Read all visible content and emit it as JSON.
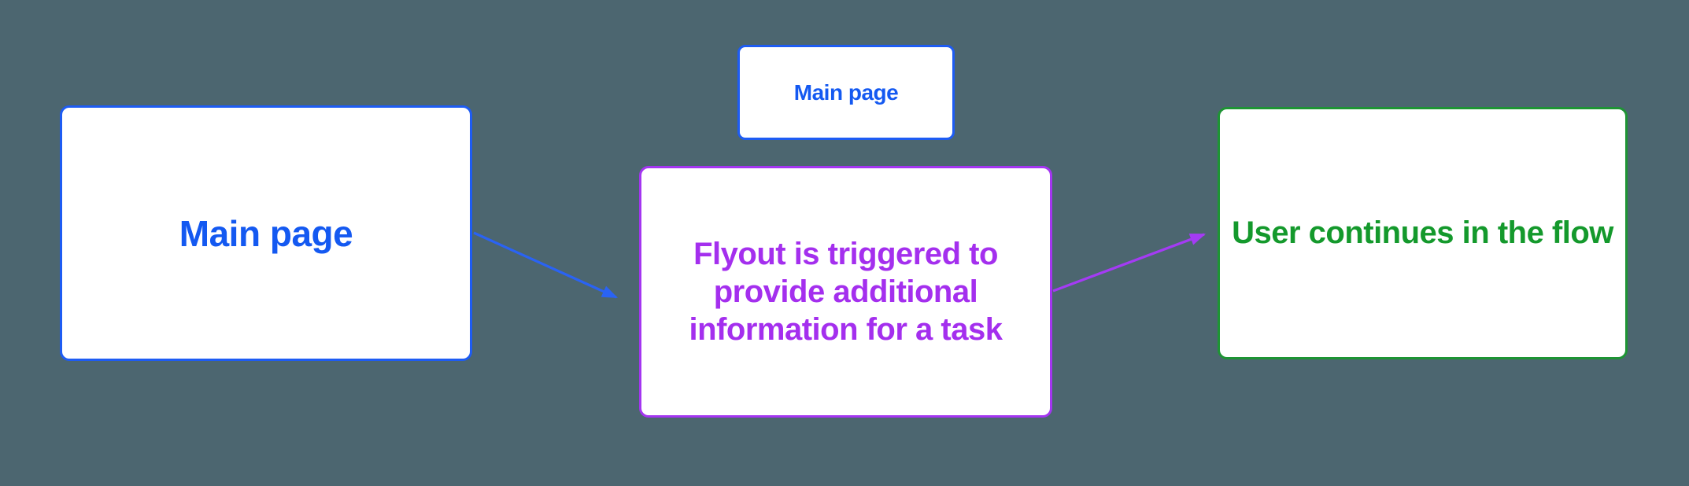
{
  "diagram": {
    "background_color": "#4C6670",
    "nodes": {
      "main_page": {
        "label": "Main page",
        "text_color": "#1459F1",
        "border_color": "#1E5CF3",
        "fill_color": "#FFFFFF"
      },
      "main_page_small": {
        "label": "Main page",
        "text_color": "#1459F1",
        "border_color": "#1E5CF3",
        "fill_color": "#FFFFFF"
      },
      "flyout": {
        "label": "Flyout is triggered to provide additional information for a task",
        "text_color": "#A42FEE",
        "border_color": "#A435F1",
        "fill_color": "#FFFFFF"
      },
      "user_continues": {
        "label": "User continues in the flow",
        "text_color": "#14992C",
        "border_color": "#1E9434",
        "fill_color": "#FFFFFF"
      }
    },
    "connectors": [
      {
        "from": "main_page",
        "to": "flyout",
        "color": "#2A63F4",
        "direction": "down-right"
      },
      {
        "from": "flyout",
        "to": "user_continues",
        "color": "#A43BF4",
        "direction": "up-right"
      }
    ]
  }
}
